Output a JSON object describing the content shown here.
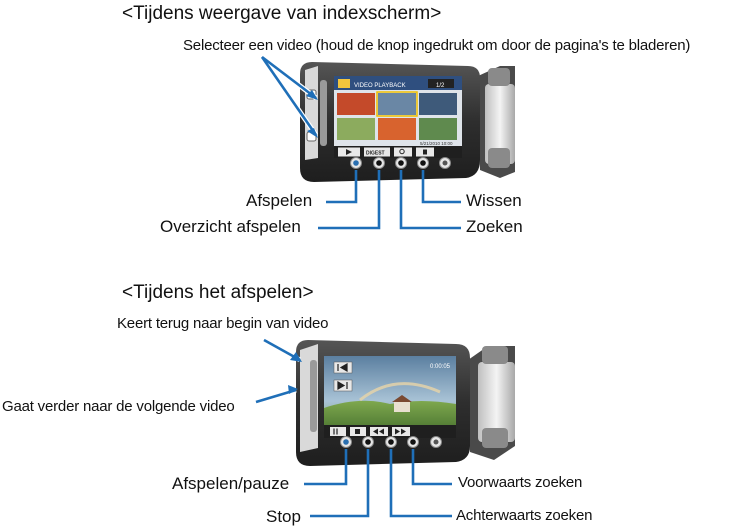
{
  "index": {
    "title": "<Tijdens weergave van indexscherm>",
    "select_hint": "Selecteer een video (houd de knop ingedrukt om door de pagina's te bladeren)",
    "screen_header": "VIDEO PLAYBACK",
    "page_indicator": "1/2",
    "timestamp": "5/21/2010 10:00",
    "buttons": [
      {
        "label": "Afspelen",
        "icon": "play-icon"
      },
      {
        "label": "Overzicht afspelen",
        "icon": "digest-text",
        "text": "DIGEST"
      },
      {
        "label": "Zoeken",
        "icon": "search-icon"
      },
      {
        "label": "Wissen",
        "icon": "trash-icon"
      }
    ]
  },
  "playback": {
    "title": "<Tijdens het afspelen>",
    "back_hint": "Keert terug naar begin van video",
    "next_hint": "Gaat verder naar de volgende video",
    "time_counter": "0:00:05",
    "buttons": [
      {
        "label": "Afspelen/pauze",
        "icon": "play-pause-icon"
      },
      {
        "label": "Stop",
        "icon": "stop-icon"
      },
      {
        "label": "Achterwaarts zoeken",
        "icon": "rewind-icon"
      },
      {
        "label": "Voorwaarts zoeken",
        "icon": "fast-forward-icon"
      }
    ]
  },
  "colors": {
    "callout_line": "#1f6fb8",
    "camera_body": "#3a3a3a",
    "screen_bg": "#d8dde2"
  }
}
